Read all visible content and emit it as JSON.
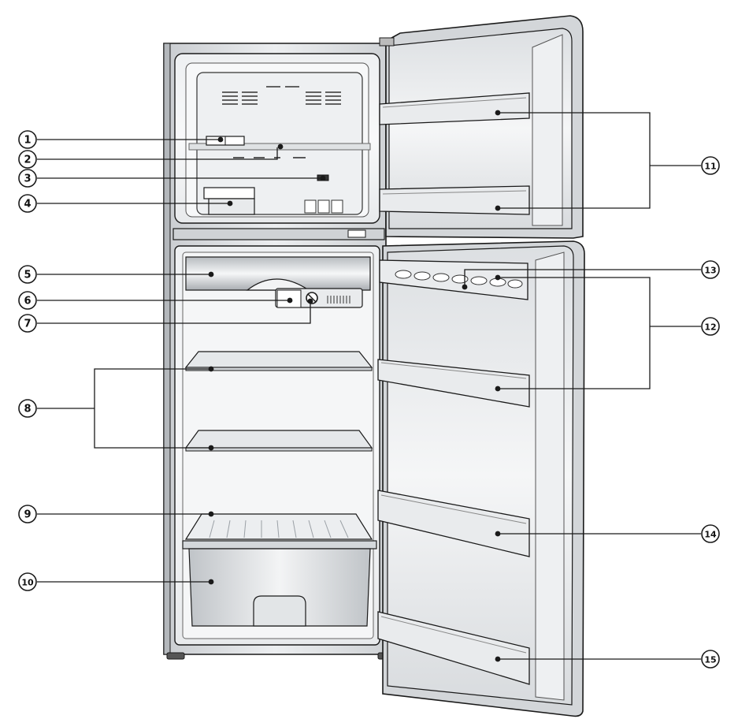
{
  "callouts": [
    {
      "id": "c1",
      "number": "1"
    },
    {
      "id": "c2",
      "number": "2"
    },
    {
      "id": "c3",
      "number": "3"
    },
    {
      "id": "c4",
      "number": "4"
    },
    {
      "id": "c5",
      "number": "5"
    },
    {
      "id": "c6",
      "number": "6"
    },
    {
      "id": "c7",
      "number": "7"
    },
    {
      "id": "c8",
      "number": "8"
    },
    {
      "id": "c9",
      "number": "9"
    },
    {
      "id": "c10",
      "number": "10"
    },
    {
      "id": "c11",
      "number": "11"
    },
    {
      "id": "c12",
      "number": "12"
    },
    {
      "id": "c13",
      "number": "13"
    },
    {
      "id": "c14",
      "number": "14"
    },
    {
      "id": "c15",
      "number": "15"
    }
  ],
  "colors": {
    "outline": "#1a1a1a",
    "body_fill": "#e4e6e8",
    "interior_fill": "#f2f3f4",
    "shelf_fill": "#dfe2e4",
    "shadow": "#b9bdc1"
  }
}
